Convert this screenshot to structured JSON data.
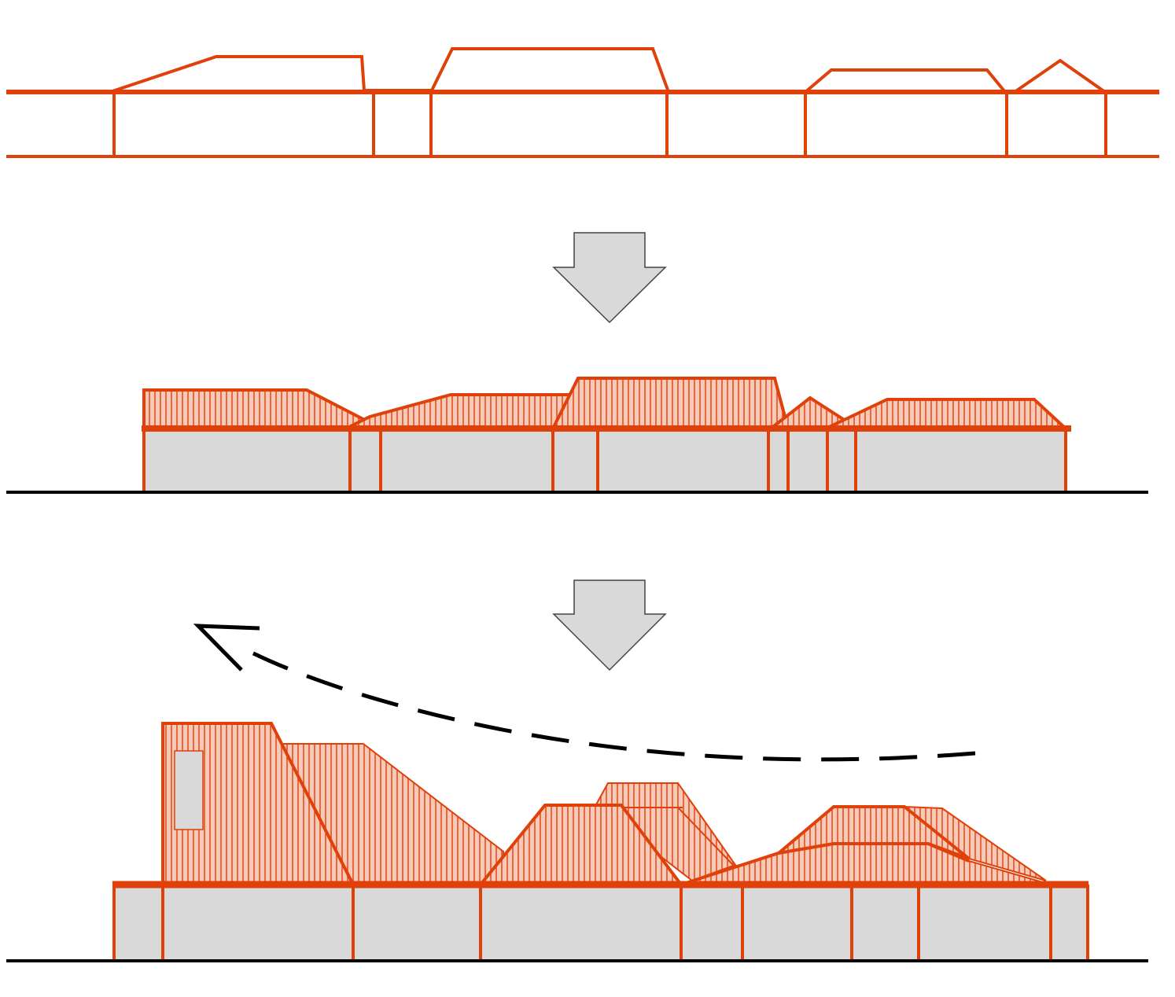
{
  "colors": {
    "accent": "#e0400a",
    "base_fill": "#d9d9d9",
    "ground": "#000000",
    "arrow_fill": "#d9d9d9"
  },
  "stages": [
    "existing-streetscape",
    "unified-roofscape",
    "raised-sculpted-roofscape"
  ]
}
